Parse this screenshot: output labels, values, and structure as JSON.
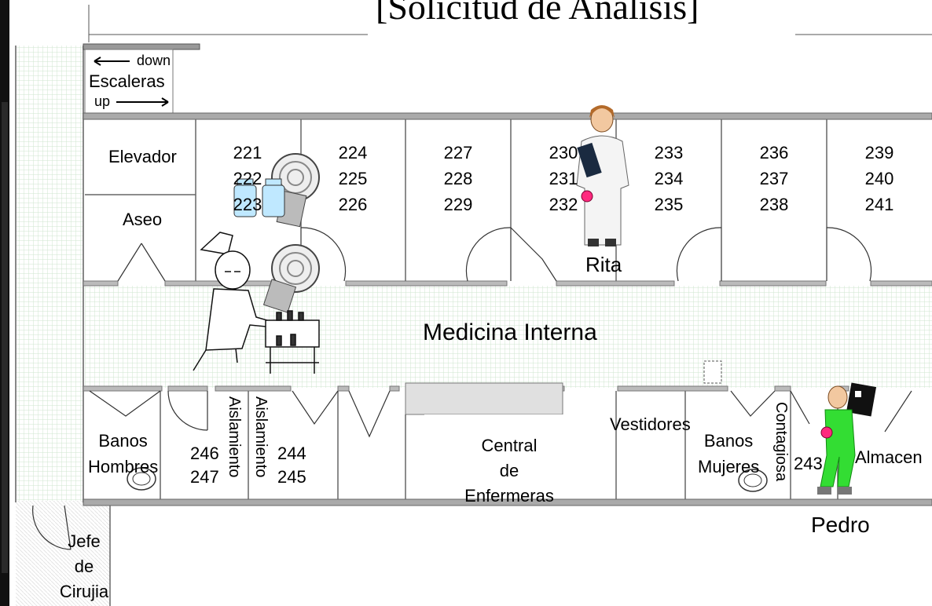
{
  "title": "[Solicitud de Análisis]",
  "stairs": {
    "down": "down",
    "name": "Escaleras",
    "up": "up"
  },
  "rooms": {
    "elevador": "Elevador",
    "aseo": "Aseo",
    "block_221": [
      "221",
      "222",
      "223"
    ],
    "block_224": [
      "224",
      "225",
      "226"
    ],
    "block_227": [
      "227",
      "228",
      "229"
    ],
    "block_230": [
      "230",
      "231",
      "232"
    ],
    "block_233": [
      "233",
      "234",
      "235"
    ],
    "block_236": [
      "236",
      "237",
      "238"
    ],
    "block_239": [
      "239",
      "240",
      "241"
    ],
    "corridor": "Medicina Interna",
    "banos_hombres": [
      "Banos",
      "Hombres"
    ],
    "block_246": [
      "246",
      "247"
    ],
    "aislamiento_1": "Aislamiento",
    "aislamiento_2": "Aislamiento",
    "block_244": [
      "244",
      "245"
    ],
    "central": [
      "Central",
      "de",
      "Enfermeras"
    ],
    "vestidores": "Vestidores",
    "banos_mujeres": [
      "Banos",
      "Mujeres"
    ],
    "contagiosa": "Contagiosa",
    "room_243": "243",
    "almacen": "Almacen",
    "jefe": [
      "Jefe",
      "de",
      "Cirujia"
    ]
  },
  "people": {
    "rita": "Rita",
    "pedro": "Pedro"
  },
  "icons": [
    "stethoscope-icon",
    "bottle-icon",
    "nurse-cart-icon",
    "female-doctor-icon",
    "male-doctor-icon",
    "toilet-icon"
  ],
  "colors": {
    "wall": "#777777",
    "corridor_grid": "#cfe6cf",
    "marker": "#ff2a7f",
    "doctor_green": "#33dd33"
  }
}
